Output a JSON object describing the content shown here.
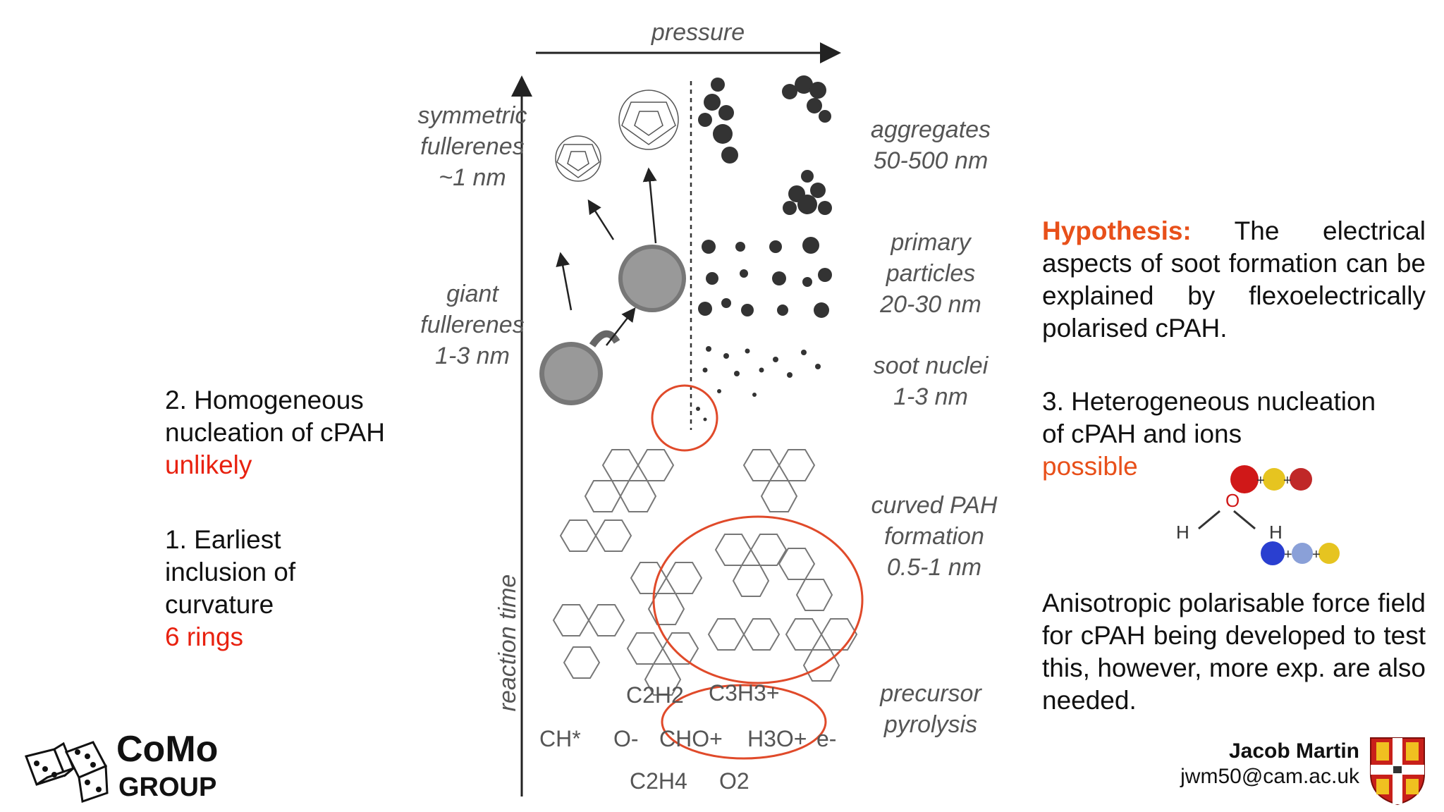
{
  "figure": {
    "x_axis_label": "pressure",
    "y_axis_label": "reaction time",
    "left_labels": {
      "symmetric": [
        "symmetric",
        "fullerenes",
        "~1 nm"
      ],
      "giant": [
        "giant",
        "fullerenes",
        "1-3 nm"
      ]
    },
    "right_labels": {
      "aggregates": [
        "aggregates",
        "50-500 nm"
      ],
      "primary": [
        "primary",
        "particles",
        "20-30 nm"
      ],
      "nuclei": [
        "soot nuclei",
        "1-3 nm"
      ],
      "curved": [
        "curved PAH",
        "formation",
        "0.5-1 nm"
      ],
      "precursor": [
        "precursor",
        "pyrolysis"
      ]
    },
    "species": [
      "C2H2",
      "C3H3+",
      "CH*",
      "O-",
      "CHO+",
      "H3O+",
      "e-",
      "C2H4",
      "O2"
    ]
  },
  "left_text": {
    "item2_line1": "2. Homogeneous",
    "item2_line2": "nucleation of cPAH",
    "item2_verdict": "unlikely",
    "item1_line1": "1. Earliest",
    "item1_line2": "inclusion of",
    "item1_line3": "curvature",
    "item1_verdict": "6 rings"
  },
  "right_text": {
    "hypothesis_label": "Hypothesis:",
    "hypothesis_body": "The electrical aspects of soot formation can be explained by flexoelectrically polarised cPAH.",
    "item3_line1": "3. Heterogeneous nucleation",
    "item3_line2": "of cPAH and ions",
    "item3_verdict": "possible",
    "water_O": "O",
    "water_H1": "H",
    "water_H2": "H",
    "forcefield": "Anisotropic polarisable force field for cPAH being developed to test this, however, more exp. are also needed."
  },
  "logo": {
    "name": "CoMo",
    "sub": "GROUP"
  },
  "author": {
    "name": "Jacob Martin",
    "email": "jwm50@cam.ac.uk"
  },
  "colors": {
    "highlight_red": "#e8210f",
    "hypothesis_orange": "#e8501a",
    "circle_red": "#e04a2a"
  }
}
